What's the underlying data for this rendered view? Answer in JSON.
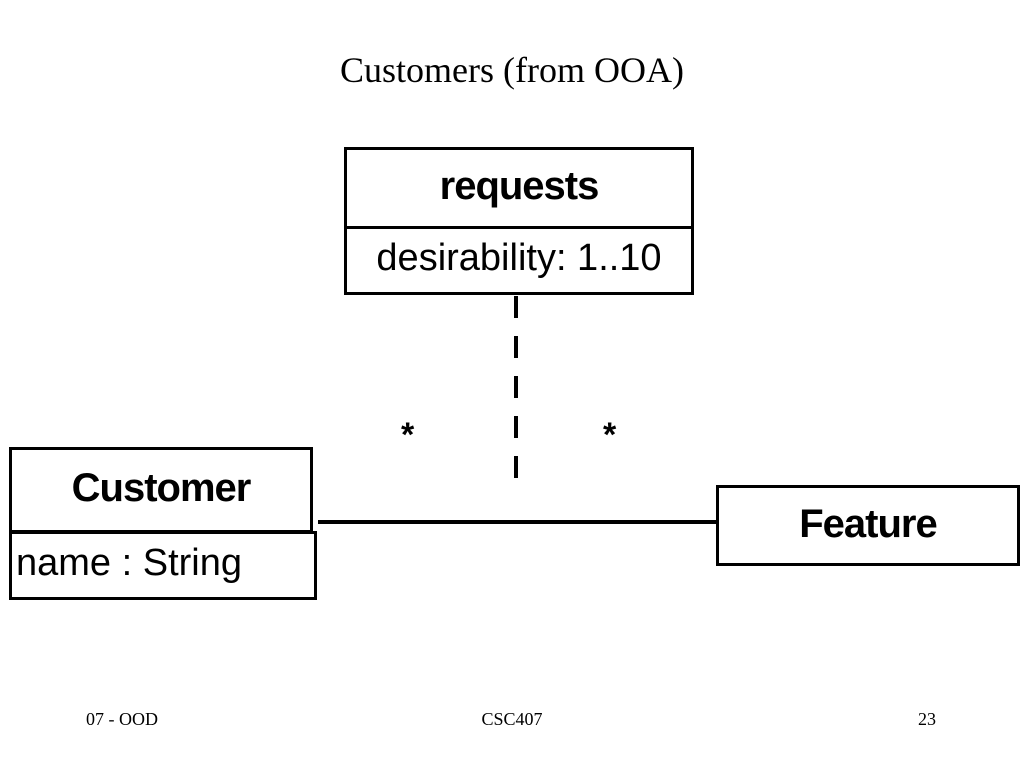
{
  "slide": {
    "title": "Customers (from OOA)"
  },
  "diagram": {
    "association_class": {
      "name": "requests",
      "attribute": "desirability: 1..10"
    },
    "classes": [
      {
        "name": "Customer",
        "attribute": "name : String"
      },
      {
        "name": "Feature"
      }
    ],
    "multiplicities": {
      "customer_end": "*",
      "feature_end": "*"
    }
  },
  "footer": {
    "left": "07 - OOD",
    "center": "CSC407",
    "right": "23"
  }
}
